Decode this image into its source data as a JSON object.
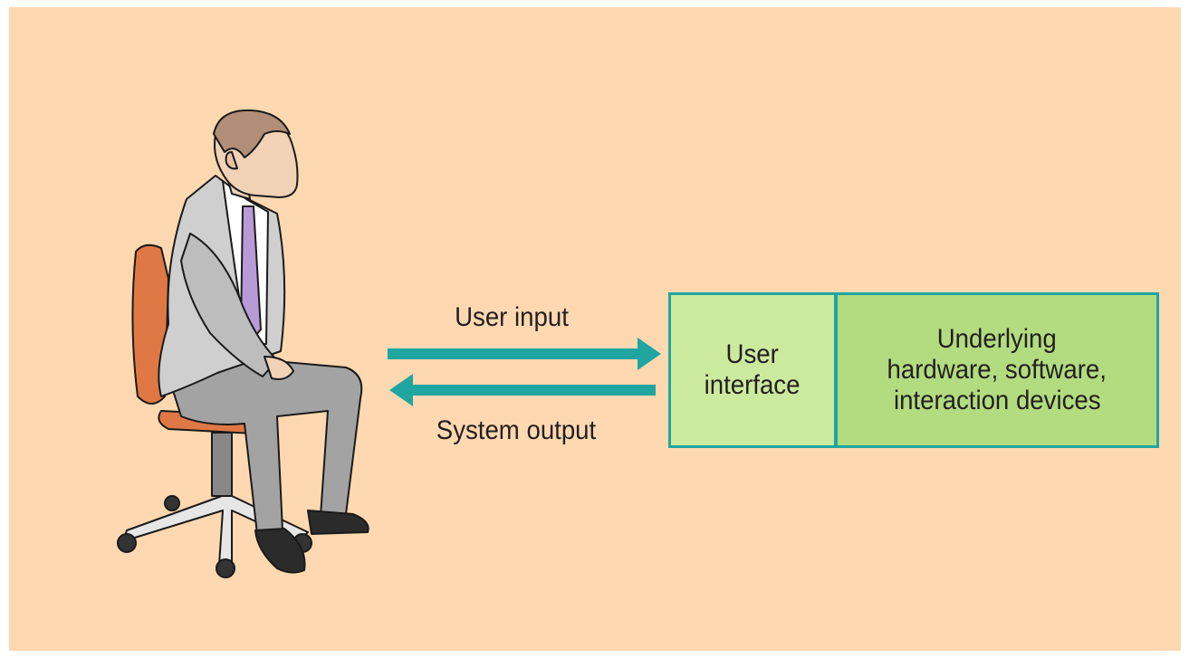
{
  "colors": {
    "background": "#fed8b0",
    "arrow": "#1fa6a1",
    "ui_box": "#ccea9e",
    "hw_box": "#b2dc7f",
    "box_border": "#1fa6a1"
  },
  "figure": {
    "person_icon": "seated-user-icon"
  },
  "arrows": {
    "input_label": "User input",
    "output_label": "System output"
  },
  "boxes": {
    "ui_lines": [
      "User",
      "interface"
    ],
    "hw_lines": [
      "Underlying",
      "hardware, software,",
      "interaction devices"
    ]
  }
}
